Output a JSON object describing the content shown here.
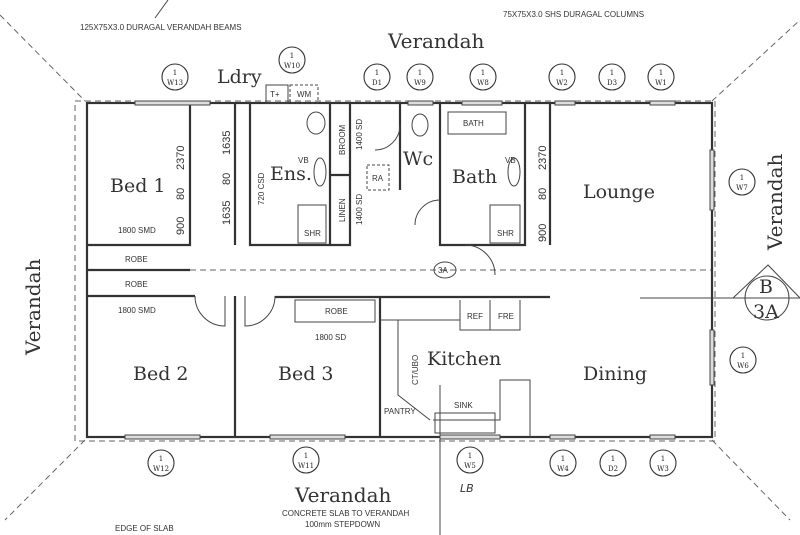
{
  "notes": {
    "beams": "125X75X3.0 DURAGAL VERANDAH BEAMS",
    "columns": "75X75X3.0 SHS DURAGAL COLUMNS",
    "slab": "CONCRETE SLAB TO VERANDAH",
    "stepdown": "100mm STEPDOWN",
    "edge": "EDGE OF SLAB"
  },
  "verandah": {
    "top": "Verandah",
    "bottom": "Verandah",
    "left": "Verandah",
    "right": "Verandah"
  },
  "rooms": {
    "bed1": "Bed 1",
    "bed2": "Bed 2",
    "bed3": "Bed 3",
    "ldry": "Ldry",
    "ens": "Ens.",
    "wc": "Wc",
    "bath": "Bath",
    "lounge": "Lounge",
    "kitchen": "Kitchen",
    "dining": "Dining"
  },
  "fixtures": {
    "robe1": "ROBE",
    "robe2": "ROBE",
    "robe3": "ROBE",
    "smd1": "1800 SMD",
    "smd2": "1800 SMD",
    "sd3": "1800 SD",
    "broom": "BROOM",
    "linen": "LINEN",
    "sd_broom": "1400 SD",
    "sd_linen": "1400 SD",
    "csd": "720 CSD",
    "ra": "RA",
    "shr1": "SHR",
    "shr2": "SHR",
    "vb1": "VB",
    "vb2": "VB",
    "bath_tub": "BATH",
    "tp": "T+",
    "wm": "WM",
    "ref": "REF",
    "fre": "FRE",
    "ctubo": "CT/UBO",
    "pantry": "PANTRY",
    "sink": "SINK"
  },
  "dimensions": {
    "d2370a": "2370",
    "d80a": "80",
    "d900a": "900",
    "d1635a": "1635",
    "d80b": "80",
    "d1635b": "1635",
    "d2370b": "2370",
    "d80c": "80",
    "d900b": "900"
  },
  "section_marker": {
    "letter": "B",
    "sheet": "3A"
  },
  "grid_marker": "3A",
  "handwritten": "LB",
  "tags": [
    {
      "num": "1",
      "code": "W13"
    },
    {
      "num": "1",
      "code": "W10"
    },
    {
      "num": "1",
      "code": "D1"
    },
    {
      "num": "1",
      "code": "W9"
    },
    {
      "num": "1",
      "code": "W8"
    },
    {
      "num": "1",
      "code": "W2"
    },
    {
      "num": "1",
      "code": "D3"
    },
    {
      "num": "1",
      "code": "W1"
    },
    {
      "num": "1",
      "code": "W7"
    },
    {
      "num": "1",
      "code": "W6"
    },
    {
      "num": "1",
      "code": "W12"
    },
    {
      "num": "1",
      "code": "W11"
    },
    {
      "num": "1",
      "code": "W5"
    },
    {
      "num": "1",
      "code": "W4"
    },
    {
      "num": "1",
      "code": "D2"
    },
    {
      "num": "1",
      "code": "W3"
    }
  ]
}
